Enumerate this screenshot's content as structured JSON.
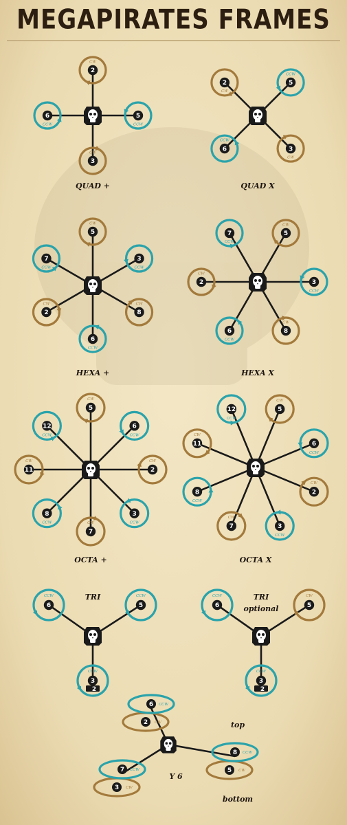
{
  "title": "MEGAPIRATES FRAMES",
  "colors": {
    "background": "#efe2bd",
    "arm": "#1a1a1a",
    "cw": "#a37a3c",
    "ccw": "#2aa3ab",
    "label": "#1e1610"
  },
  "icons": {
    "body": "skull-icon",
    "rotation": "rotation-arrow-icon"
  },
  "directions": {
    "cw": "CW",
    "ccw": "CCW"
  },
  "frames": [
    {
      "id": "quad-plus",
      "label": "QUAD +",
      "motors": [
        {
          "num": "2",
          "dir": "cw"
        },
        {
          "num": "5",
          "dir": "ccw"
        },
        {
          "num": "3",
          "dir": "cw"
        },
        {
          "num": "6",
          "dir": "ccw"
        }
      ]
    },
    {
      "id": "quad-x",
      "label": "QUAD X",
      "motors": [
        {
          "num": "5",
          "dir": "ccw"
        },
        {
          "num": "3",
          "dir": "cw"
        },
        {
          "num": "6",
          "dir": "ccw"
        },
        {
          "num": "2",
          "dir": "cw"
        }
      ]
    },
    {
      "id": "hexa-plus",
      "label": "HEXA +",
      "motors": [
        {
          "num": "5",
          "dir": "cw"
        },
        {
          "num": "3",
          "dir": "ccw"
        },
        {
          "num": "8",
          "dir": "cw"
        },
        {
          "num": "6",
          "dir": "ccw"
        },
        {
          "num": "2",
          "dir": "cw"
        },
        {
          "num": "7",
          "dir": "ccw"
        }
      ]
    },
    {
      "id": "hexa-x",
      "label": "HEXA X",
      "motors": [
        {
          "num": "5",
          "dir": "cw"
        },
        {
          "num": "3",
          "dir": "ccw"
        },
        {
          "num": "8",
          "dir": "cw"
        },
        {
          "num": "6",
          "dir": "ccw"
        },
        {
          "num": "2",
          "dir": "cw"
        },
        {
          "num": "7",
          "dir": "ccw"
        }
      ]
    },
    {
      "id": "octa-plus",
      "label": "OCTA +",
      "motors": [
        {
          "num": "5",
          "dir": "cw"
        },
        {
          "num": "6",
          "dir": "ccw"
        },
        {
          "num": "2",
          "dir": "cw"
        },
        {
          "num": "3",
          "dir": "ccw"
        },
        {
          "num": "7",
          "dir": "cw"
        },
        {
          "num": "8",
          "dir": "ccw"
        },
        {
          "num": "11",
          "dir": "cw"
        },
        {
          "num": "12",
          "dir": "ccw"
        }
      ]
    },
    {
      "id": "octa-x",
      "label": "OCTA X",
      "motors": [
        {
          "num": "5",
          "dir": "cw"
        },
        {
          "num": "6",
          "dir": "ccw"
        },
        {
          "num": "2",
          "dir": "cw"
        },
        {
          "num": "3",
          "dir": "ccw"
        },
        {
          "num": "7",
          "dir": "cw"
        },
        {
          "num": "8",
          "dir": "ccw"
        },
        {
          "num": "11",
          "dir": "cw"
        },
        {
          "num": "12",
          "dir": "ccw"
        }
      ]
    },
    {
      "id": "tri",
      "label": "TRI",
      "motors": [
        {
          "num": "5",
          "dir": "ccw"
        },
        {
          "num": "3",
          "dir": "ccw"
        },
        {
          "num": "6",
          "dir": "ccw"
        }
      ],
      "servo": "2"
    },
    {
      "id": "tri-optional",
      "label": "TRI",
      "sublabel": "optional",
      "motors": [
        {
          "num": "5",
          "dir": "cw"
        },
        {
          "num": "3",
          "dir": "ccw"
        },
        {
          "num": "6",
          "dir": "ccw"
        }
      ],
      "servo": "2"
    },
    {
      "id": "y6",
      "label": "Y 6",
      "top_label": "top",
      "bottom_label": "bottom",
      "arms": [
        {
          "top": {
            "num": "6",
            "dir": "ccw"
          },
          "bottom": {
            "num": "2",
            "dir": "cw"
          }
        },
        {
          "top": {
            "num": "8",
            "dir": "ccw"
          },
          "bottom": {
            "num": "5",
            "dir": "cw"
          }
        },
        {
          "top": {
            "num": "7",
            "dir": "ccw"
          },
          "bottom": {
            "num": "3",
            "dir": "cw"
          }
        }
      ]
    }
  ]
}
